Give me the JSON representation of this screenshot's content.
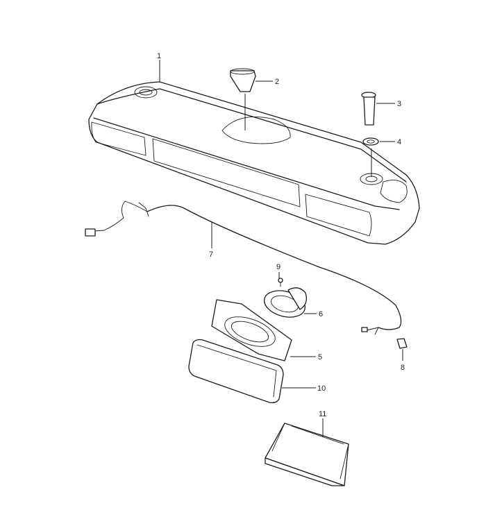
{
  "callouts": {
    "c1": "1",
    "c2": "2",
    "c3": "3",
    "c4": "4",
    "c5": "5",
    "c6": "6",
    "c7": "7",
    "c8": "8",
    "c9": "9",
    "c10": "10",
    "c11": "11"
  },
  "colors": {
    "ink": "#1a1a1a",
    "paper": "#ffffff"
  }
}
